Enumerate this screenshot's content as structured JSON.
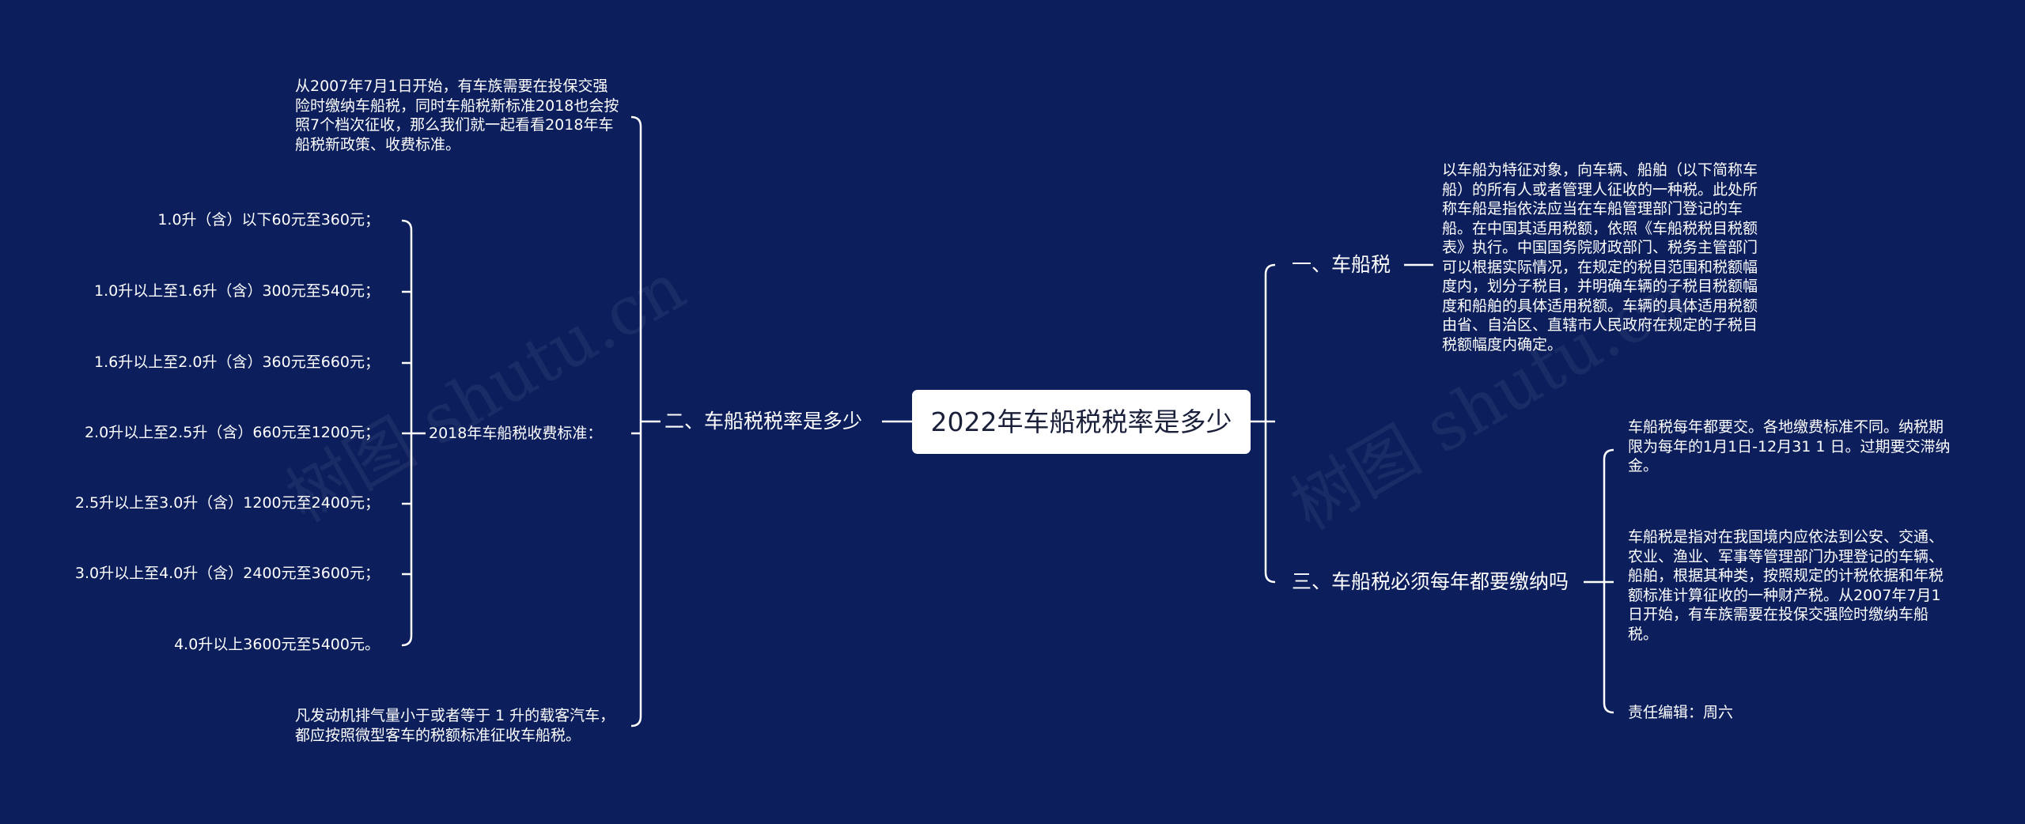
{
  "root": {
    "title": "2022年车船税税率是多少"
  },
  "watermark": "树图 shutu.cn",
  "left": {
    "branch_label": "二、车船税税率是多少",
    "intro": "从2007年7月1日开始，有车族需要在投保交强险时缴纳车船税，同时车船税新标准2018也会按照7个档次征收，那么我们就一起看看2018年车船税新政策、收费标准。",
    "standard_label": "2018年车船税收费标准：",
    "rates": [
      "1.0升（含）以下60元至360元；",
      "1.0升以上至1.6升（含）300元至540元；",
      "1.6升以上至2.0升（含）360元至660元；",
      "2.0升以上至2.5升（含）660元至1200元；",
      "2.5升以上至3.0升（含）1200元至2400元；",
      "3.0升以上至4.0升（含）2400元至3600元；",
      "4.0升以上3600元至5400元。"
    ],
    "footnote": "凡发动机排气量小于或者等于 1 升的载客汽车，都应按照微型客车的税额标准征收车船税。"
  },
  "right": {
    "branch1_label": "一、车船税",
    "branch1_text": "以车船为特征对象，向车辆、船舶（以下简称车船）的所有人或者管理人征收的一种税。此处所称车船是指依法应当在车船管理部门登记的车船。在中国其适用税额，依照《车船税税目税额表》执行。中国国务院财政部门、税务主管部门可以根据实际情况，在规定的税目范围和税额幅度内，划分子税目，并明确车辆的子税目税额幅度和船舶的具体适用税额。车辆的具体适用税额由省、自治区、直辖市人民政府在规定的子税目税额幅度内确定。",
    "branch3_label": "三、车船税必须每年都要缴纳吗",
    "branch3_items": [
      "车船税每年都要交。各地缴费标准不同。纳税期限为每年的1月1日-12月31 1 日。过期要交滞纳金。",
      "车船税是指对在我国境内应依法到公安、交通、农业、渔业、军事等管理部门办理登记的车辆、船舶，根据其种类，按照规定的计税依据和年税额标准计算征收的一种财产税。从2007年7月1日开始，有车族需要在投保交强险时缴纳车船税。",
      "责任编辑：周六"
    ]
  }
}
